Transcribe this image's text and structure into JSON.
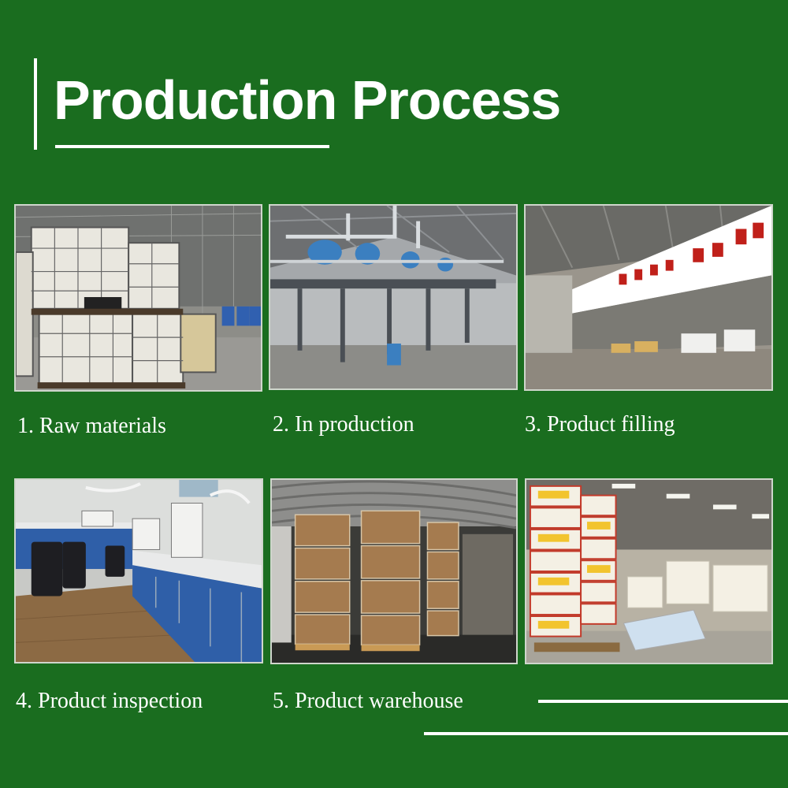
{
  "header": {
    "title": "Production Process"
  },
  "steps": [
    {
      "caption": "1. Raw materials",
      "image": "ibc-tote-tanks-warehouse"
    },
    {
      "caption": "2. In production",
      "image": "reactor-platform-factory"
    },
    {
      "caption": "3. Product filling",
      "image": "filling-workshop-hall"
    },
    {
      "caption": "4. Product inspection",
      "image": "laboratory-benches"
    },
    {
      "caption": "5. Product warehouse",
      "image": "wrapped-pallets-warehouse"
    },
    {
      "caption": "",
      "image": "stacked-product-cartons"
    }
  ],
  "colors": {
    "background": "#1a6d1f",
    "text": "#ffffff"
  }
}
